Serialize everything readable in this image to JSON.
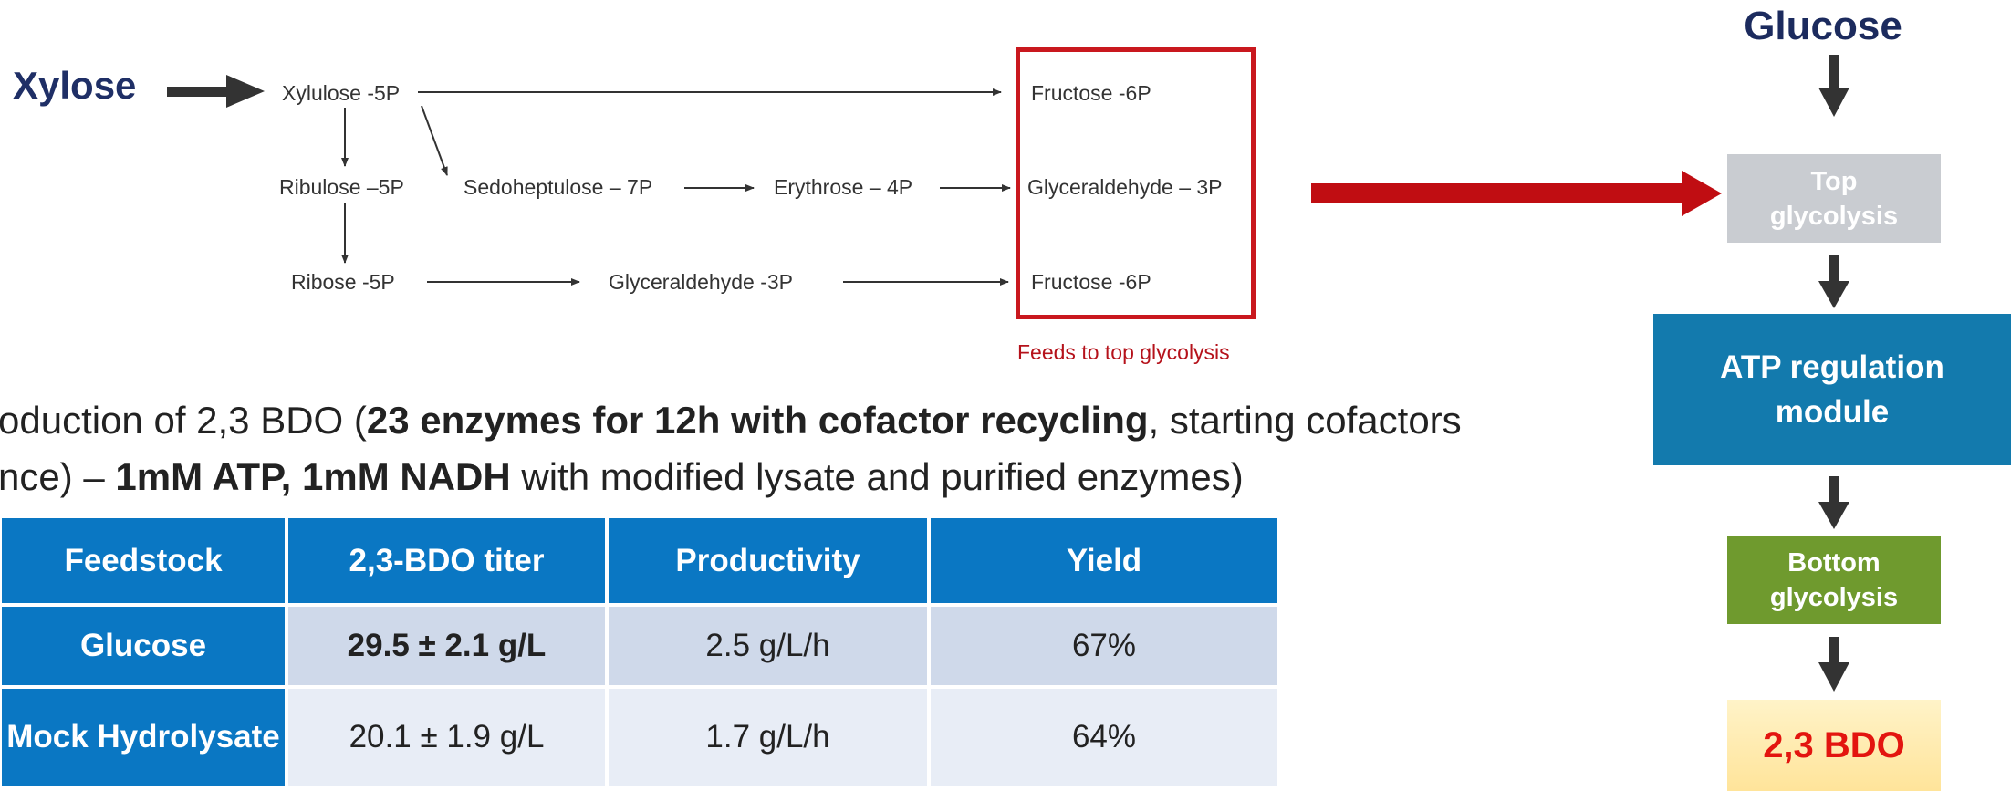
{
  "xylose_pathway": {
    "source": "Xylose",
    "nodes": {
      "xylulose": "Xylulose -5P",
      "ribulose": "Ribulose –5P",
      "ribose": "Ribose -5P",
      "sedoheptulose": "Sedoheptulose – 7P",
      "erythrose": "Erythrose – 4P",
      "glyceraldehyde_mid": "Glyceraldehyde -3P",
      "fructose_top": "Fructose -6P",
      "glyceraldehyde_box": "Glyceraldehyde – 3P",
      "fructose_bottom": "Fructose -6P"
    },
    "box_caption": "Feeds to top glycolysis",
    "box_color": "#c9181e"
  },
  "production": {
    "line1_start": "oduction of 2,3 BDO (",
    "line1_bold": "23 enzymes for 12h with cofactor recycling",
    "line1_end": ", starting cofactors",
    "line2_start": "nce) – ",
    "line2_bold": "1mM ATP, 1mM NADH",
    "line2_end": " with modified lysate and purified enzymes)"
  },
  "table": {
    "headers": [
      "Feedstock",
      "2,3-BDO titer",
      "Productivity",
      "Yield"
    ],
    "rows": [
      [
        "Glucose",
        "29.5 ± 2.1 g/L",
        "2.5 g/L/h",
        "67%"
      ],
      [
        "Mock Hydrolysate",
        "20.1 ± 1.9 g/L",
        "1.7 g/L/h",
        "64%"
      ]
    ],
    "header_color": "#0a77c3"
  },
  "flow": {
    "title": "Glucose",
    "top_glycolysis": "Top glycolysis",
    "atp_module": "ATP regulation module",
    "bottom_glycolysis": "Bottom glycolysis",
    "product": "2,3 BDO",
    "colors": {
      "top": "#c9ccd1",
      "atp": "#137aad",
      "bottom": "#6f9a2e",
      "product_text": "#e3150f",
      "connector_arrow": "#c00d12"
    }
  }
}
